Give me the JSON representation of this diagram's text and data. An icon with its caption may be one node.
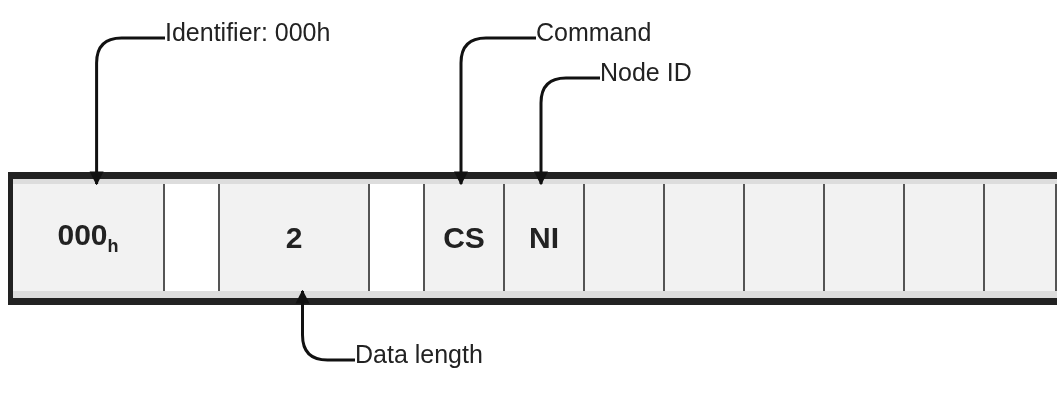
{
  "diagram": {
    "nodes": [
      {
        "text": [
          "Identifier: 000h"
        ]
      },
      {
        "text": [
          "Command"
        ]
      },
      {
        "text": [
          "Node ID"
        ]
      },
      {
        "text": [],
        "shape": "bar"
      },
      {
        "text": [
          "000$_{h}$"
        ],
        "in": 3
      },
      {
        "text": [],
        "shape": "box",
        "in": 3
      },
      {
        "text": [
          "2"
        ],
        "in": 3
      },
      {
        "text": [],
        "shape": "box",
        "in": 3
      },
      {
        "text": [
          "CS"
        ],
        "in": 3
      },
      {
        "text": [
          "NI"
        ],
        "in": 3
      },
      {
        "text": [],
        "shape": "box",
        "in": 3
      },
      {
        "text": [],
        "shape": "box",
        "in": 3
      },
      {
        "text": [],
        "shape": "box",
        "in": 3
      },
      {
        "text": [],
        "shape": "box",
        "in": 3
      },
      {
        "text": [],
        "shape": "box",
        "in": 3
      },
      {
        "text": [],
        "shape": "box",
        "in": 3
      },
      {
        "text": [
          "Data length"
        ]
      }
    ],
    "edges": [
      {
        "from": 0,
        "to": 4,
        "arrow": "to"
      },
      {
        "from": 1,
        "to": 8,
        "arrow": "to"
      },
      {
        "from": 2,
        "to": 9,
        "arrow": "to"
      },
      {
        "from": 16,
        "to": 6,
        "arrow": "to"
      }
    ]
  }
}
